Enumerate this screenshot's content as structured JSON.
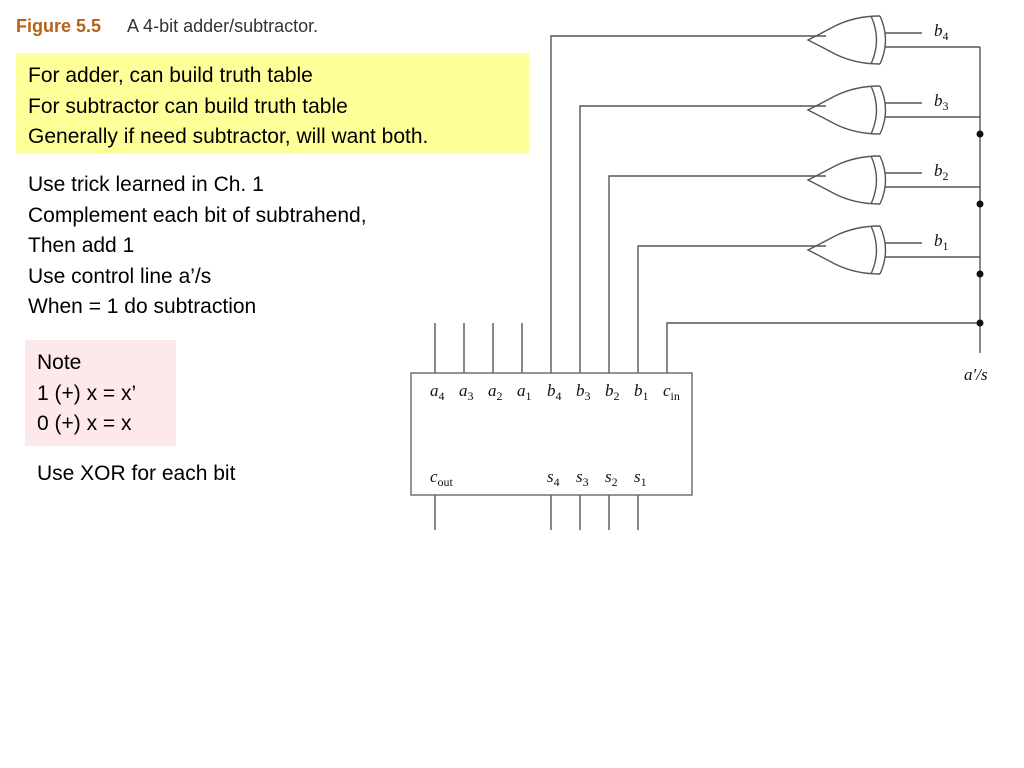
{
  "caption": {
    "figure": "Figure 5.5",
    "description": "A 4-bit adder/subtractor."
  },
  "yellow_box": {
    "lines": [
      "For adder, can build truth table",
      "For subtractor can build truth table",
      "Generally if need subtractor, will want both."
    ]
  },
  "body_text": {
    "lines": [
      "Use trick learned in Ch. 1",
      "Complement each bit of subtrahend,",
      "Then add 1",
      "Use control line a’/s",
      "When = 1 do subtraction"
    ]
  },
  "note_box": {
    "lines": [
      "Note",
      "1 (+)  x = x’",
      "0 (+)  x = x"
    ]
  },
  "xor_text": "Use XOR for each bit",
  "diagram": {
    "gate_outputs": [
      "b4",
      "b3",
      "b2",
      "b1"
    ],
    "control_label": "a′/s",
    "adder_inputs": [
      {
        "base": "a",
        "sub": "4"
      },
      {
        "base": "a",
        "sub": "3"
      },
      {
        "base": "a",
        "sub": "2"
      },
      {
        "base": "a",
        "sub": "1"
      },
      {
        "base": "b",
        "sub": "4"
      },
      {
        "base": "b",
        "sub": "3"
      },
      {
        "base": "b",
        "sub": "2"
      },
      {
        "base": "b",
        "sub": "1"
      },
      {
        "base": "c",
        "sub": "in"
      }
    ],
    "adder_outputs": [
      {
        "base": "c",
        "sub": "out"
      },
      {
        "base": "s",
        "sub": "4"
      },
      {
        "base": "s",
        "sub": "3"
      },
      {
        "base": "s",
        "sub": "2"
      },
      {
        "base": "s",
        "sub": "1"
      }
    ]
  }
}
